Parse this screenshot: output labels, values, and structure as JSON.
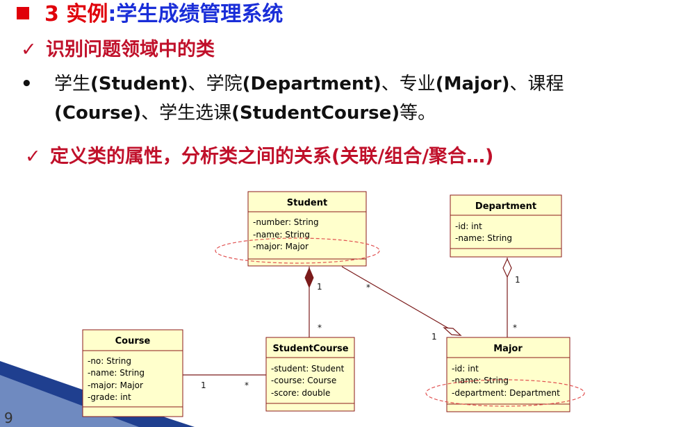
{
  "slide": {
    "title_number": "3 实例",
    "title_sep": ":",
    "title_text": "学生成绩管理系统",
    "check_mark": "✓",
    "point1": "识别问题领域中的类",
    "bullet_mark": "•",
    "point2_line1": [
      {
        "t": "学生",
        "b": false
      },
      {
        "t": "(Student)",
        "b": true
      },
      {
        "t": "、学院",
        "b": false
      },
      {
        "t": "(Department)",
        "b": true
      },
      {
        "t": "、专业",
        "b": false
      },
      {
        "t": "(Major)",
        "b": true
      },
      {
        "t": "、课程",
        "b": false
      }
    ],
    "point2_line2": [
      {
        "t": "(Course)",
        "b": true
      },
      {
        "t": "、学生选课",
        "b": false
      },
      {
        "t": "(StudentCourse)",
        "b": true
      },
      {
        "t": "等。",
        "b": false
      }
    ],
    "point3": "定义类的属性，分析类之间的关系(关联/组合/聚合…)",
    "page_number": "9"
  },
  "colors": {
    "title_red": "#e0000a",
    "title_blue": "#1a2ed8",
    "point_red": "#c0102a",
    "class_fill": "#ffffcc",
    "class_border": "#8b1a1a",
    "relation": "#7b1b1b",
    "ellipse": "#e05050",
    "deco": "#1f3f8f"
  },
  "classes": {
    "student": {
      "name": "Student",
      "attrs": [
        "-number: String",
        "-name: String",
        "-major: Major"
      ]
    },
    "department": {
      "name": "Department",
      "attrs": [
        "-id: int",
        "-name: String"
      ]
    },
    "course": {
      "name": "Course",
      "attrs": [
        "-no: String",
        "-name: String",
        "-major: Major",
        "-grade: int"
      ]
    },
    "studentcourse": {
      "name": "StudentCourse",
      "attrs": [
        "-student: Student",
        "-course: Course",
        "-score: double"
      ]
    },
    "major": {
      "name": "Major",
      "attrs": [
        "-id: int",
        "-name: String",
        "-department: Department"
      ]
    }
  },
  "multiplicities": {
    "student_sc_top": "1",
    "student_sc_bottom": "*",
    "student_major_top": "*",
    "student_major_bottom": "1",
    "dept_major_top": "1",
    "dept_major_bottom": "*",
    "course_sc_left": "1",
    "course_sc_right": "*"
  }
}
